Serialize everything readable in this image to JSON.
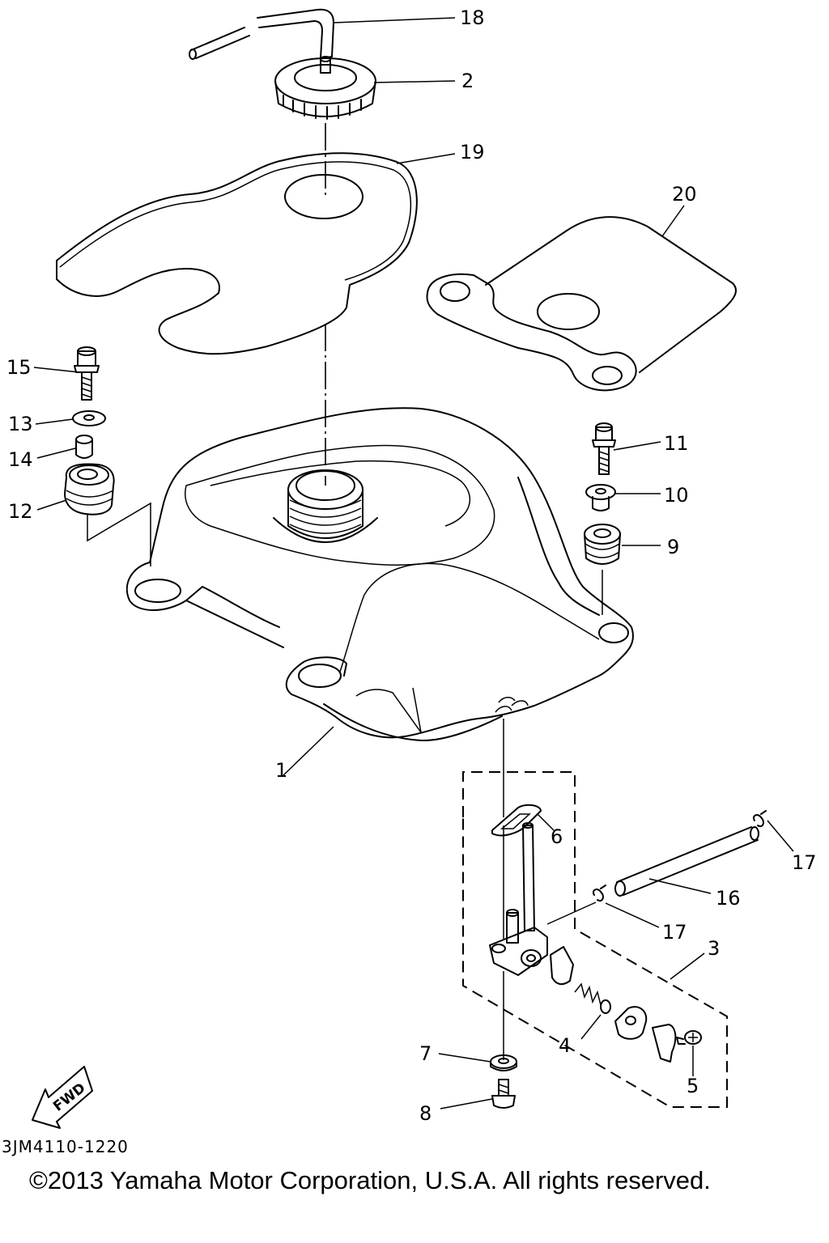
{
  "diagram": {
    "code": "3JM4110-1220",
    "copyright": "©2013 Yamaha Motor Corporation, U.S.A. All rights reserved.",
    "fwd_label": "FWD",
    "callouts": {
      "c1": "1",
      "c2": "2",
      "c3": "3",
      "c4": "4",
      "c5": "5",
      "c6": "6",
      "c7": "7",
      "c8": "8",
      "c9": "9",
      "c10": "10",
      "c11": "11",
      "c12": "12",
      "c13": "13",
      "c14": "14",
      "c15": "15",
      "c16": "16",
      "c17a": "17",
      "c17b": "17",
      "c18": "18",
      "c19": "19",
      "c20": "20"
    }
  }
}
